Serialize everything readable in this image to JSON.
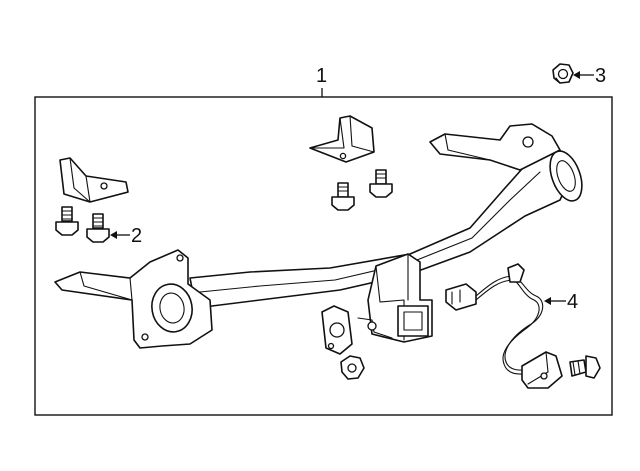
{
  "callouts": [
    {
      "id": "1",
      "label": "1"
    },
    {
      "id": "2",
      "label": "2"
    },
    {
      "id": "3",
      "label": "3"
    },
    {
      "id": "4",
      "label": "4"
    }
  ],
  "colors": {
    "line": "#111111",
    "background": "#ffffff"
  },
  "parts": [
    "hitch-assembly",
    "bolt",
    "nut",
    "wiring-harness"
  ]
}
